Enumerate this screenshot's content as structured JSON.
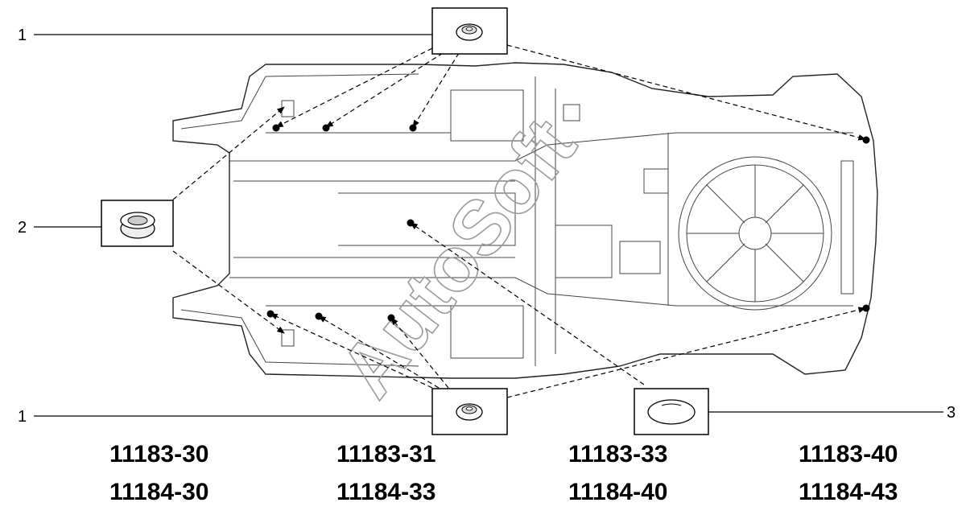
{
  "callouts": {
    "top_plug": "1",
    "left_plug": "2",
    "bottom_plug": "1",
    "right_plug": "3"
  },
  "codes": [
    {
      "top": "11183-30",
      "bottom": "11184-30"
    },
    {
      "top": "11183-31",
      "bottom": "11184-33"
    },
    {
      "top": "11183-33",
      "bottom": "11184-40"
    },
    {
      "top": "11183-40",
      "bottom": "11184-43"
    }
  ],
  "watermark": "AutoSoft"
}
